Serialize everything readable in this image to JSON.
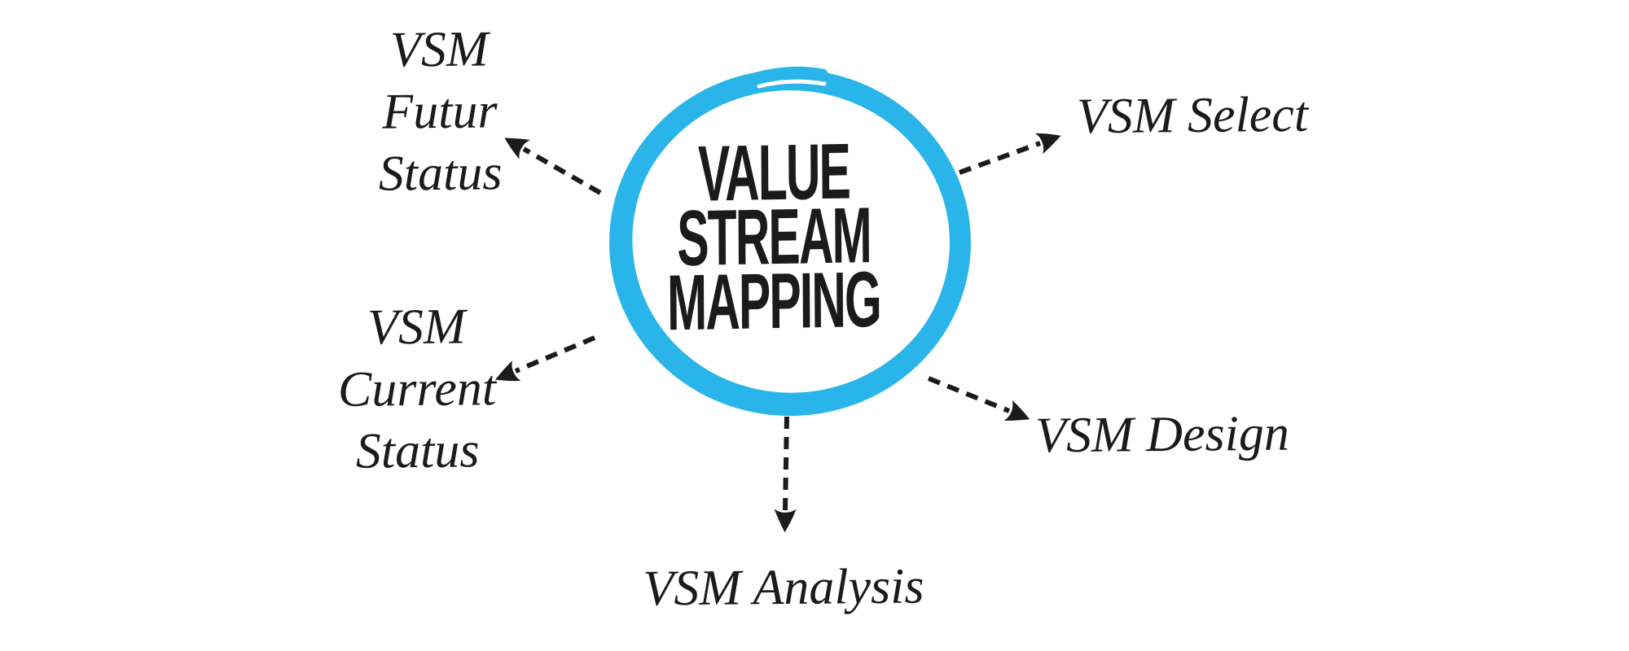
{
  "diagram": {
    "type": "mind-map",
    "background_color": "#FFFFFF",
    "ink_color": "#1B1B1B",
    "center": {
      "id": "value-stream-mapping",
      "lines": [
        "VALUE",
        "STREAM",
        "MAPPING"
      ],
      "shape": "hand-drawn-circle",
      "circle_color": "#29B5E9",
      "text_color": "#1B1B1B"
    },
    "nodes": [
      {
        "id": "vsm-futur-status",
        "lines": [
          "VSM",
          "Futur",
          "Status"
        ],
        "position": "upper-left"
      },
      {
        "id": "vsm-current-status",
        "lines": [
          "VSM",
          "Current",
          "Status"
        ],
        "position": "left"
      },
      {
        "id": "vsm-analysis",
        "lines": [
          "VSM Analysis"
        ],
        "position": "bottom"
      },
      {
        "id": "vsm-design",
        "lines": [
          "VSM Design"
        ],
        "position": "right"
      },
      {
        "id": "vsm-select",
        "lines": [
          "VSM Select"
        ],
        "position": "upper-right"
      }
    ],
    "edges": [
      {
        "from": "value-stream-mapping",
        "to": "vsm-futur-status",
        "style": "dashed-arrow"
      },
      {
        "from": "value-stream-mapping",
        "to": "vsm-current-status",
        "style": "dashed-arrow"
      },
      {
        "from": "value-stream-mapping",
        "to": "vsm-analysis",
        "style": "dashed-arrow"
      },
      {
        "from": "value-stream-mapping",
        "to": "vsm-design",
        "style": "dashed-arrow"
      },
      {
        "from": "value-stream-mapping",
        "to": "vsm-select",
        "style": "dashed-arrow"
      }
    ]
  }
}
